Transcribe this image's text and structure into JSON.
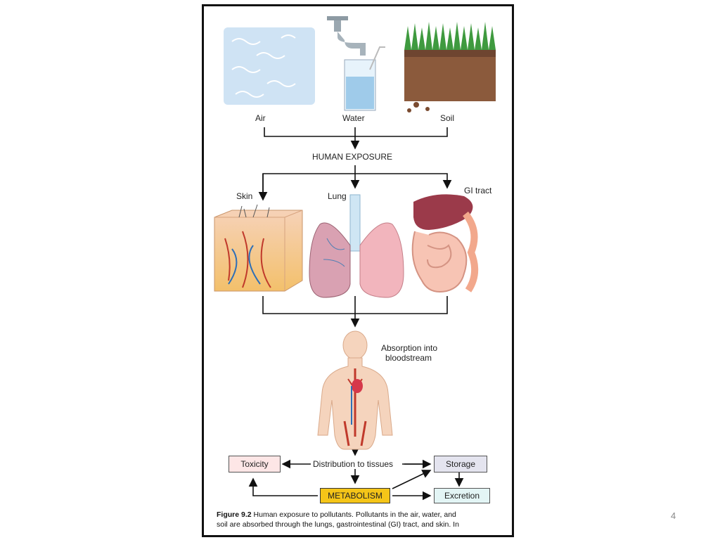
{
  "page_number": "4",
  "labels": {
    "air": "Air",
    "water": "Water",
    "soil": "Soil",
    "human_exposure": "HUMAN EXPOSURE",
    "skin": "Skin",
    "lung": "Lung",
    "gi_tract": "GI tract",
    "absorption_line1": "Absorption into",
    "absorption_line2": "bloodstream",
    "distribution": "Distribution to tissues",
    "toxicity": "Toxicity",
    "storage": "Storage",
    "metabolism": "METABOLISM",
    "excretion": "Excretion"
  },
  "caption": {
    "figure_label": "Figure 9.2",
    "line1": "Human exposure to pollutants. Pollutants in the air, water, and",
    "line2": "soil are absorbed through the lungs, gastrointestinal (GI) tract, and skin. In"
  },
  "colors": {
    "toxicity_box": "#fde6e6",
    "storage_box": "#e4e4ef",
    "metabolism_box": "#f5c518",
    "excretion_box": "#e3f5f5",
    "air_panel": "#cfe3f4",
    "soil": "#8b5a3c",
    "grass": "#3f9a3f"
  }
}
